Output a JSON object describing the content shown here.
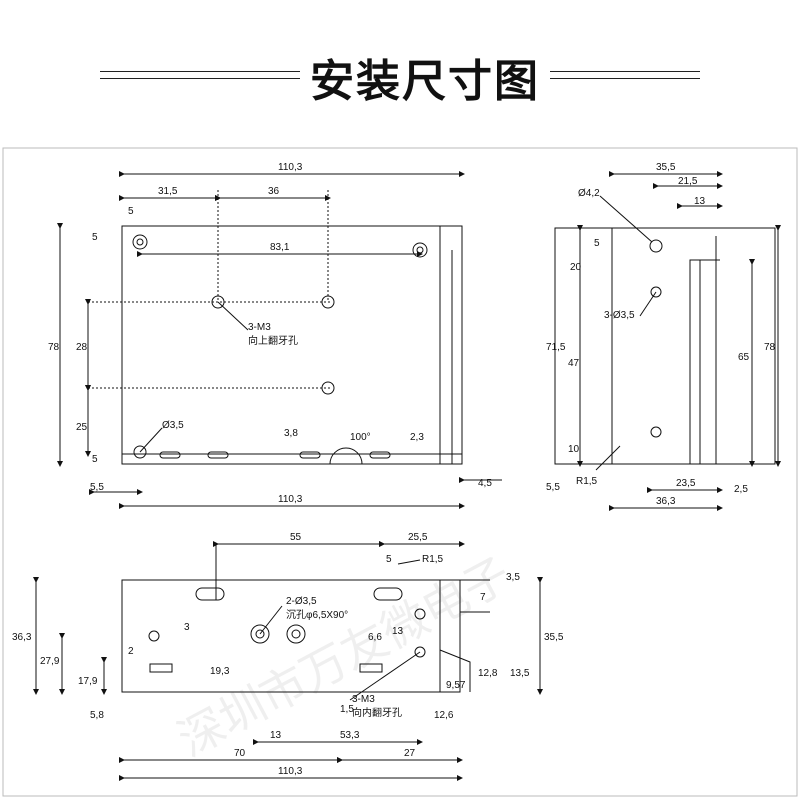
{
  "title": "安装尺寸图",
  "watermark": "深圳市万友微电子",
  "top_view": {
    "width_top": "110,3",
    "seg_31_5": "31,5",
    "seg_36": "36",
    "hole_pitch": "83,1",
    "dim_5_x": "5",
    "dim_5_y": "5",
    "height": "78",
    "dim_28": "28",
    "dim_25": "25",
    "dim_5_bottom": "5",
    "dim_5_5": "5,5",
    "hole_d": "Ø3,5",
    "tap_note": "3-M3",
    "tap_desc": "向上翻牙孔",
    "dim_3_8": "3,8",
    "angle": "100°",
    "dim_2_3": "2,3",
    "dim_4_5": "4,5",
    "width_bottom": "110,3"
  },
  "side_view": {
    "dim_35_5": "35,5",
    "dim_21_5": "21,5",
    "dim_13": "13",
    "hole_d42": "Ø4,2",
    "dim_5": "5",
    "dim_20": "20",
    "holes_note": "3-Ø3,5",
    "dim_71_5": "71,5",
    "dim_47": "47",
    "dim_65": "65",
    "height": "78",
    "dim_10": "10",
    "radius": "R1,5",
    "dim_5_5": "5,5",
    "dim_23_5": "23,5",
    "dim_2_5": "2,5",
    "dim_36_3": "36,3"
  },
  "front_view": {
    "dim_55": "55",
    "dim_25_5": "25,5",
    "dim_5": "5",
    "radius": "R1,5",
    "dim_3_5": "3,5",
    "dim_7": "7",
    "holes_note": "2-Ø3,5",
    "countersink": "沉孔φ6,5X90°",
    "dim_36_3": "36,3",
    "dim_27_9": "27,9",
    "dim_17_9": "17,9",
    "dim_2": "2",
    "dim_3": "3",
    "dim_19_3": "19,3",
    "dim_6_6": "6,6",
    "dim_13_v": "13",
    "dim_9_57": "9,57",
    "dim_12_8": "12,8",
    "dim_13_5": "13,5",
    "dim_35_5": "35,5",
    "dim_5_8": "5,8",
    "dim_1_5": "1,5",
    "tap_note": "3-M3",
    "tap_desc": "向内翻牙孔",
    "dim_12_6": "12,6",
    "dim_13_h": "13",
    "dim_53_3": "53,3",
    "dim_70": "70",
    "dim_27": "27",
    "width": "110,3"
  }
}
